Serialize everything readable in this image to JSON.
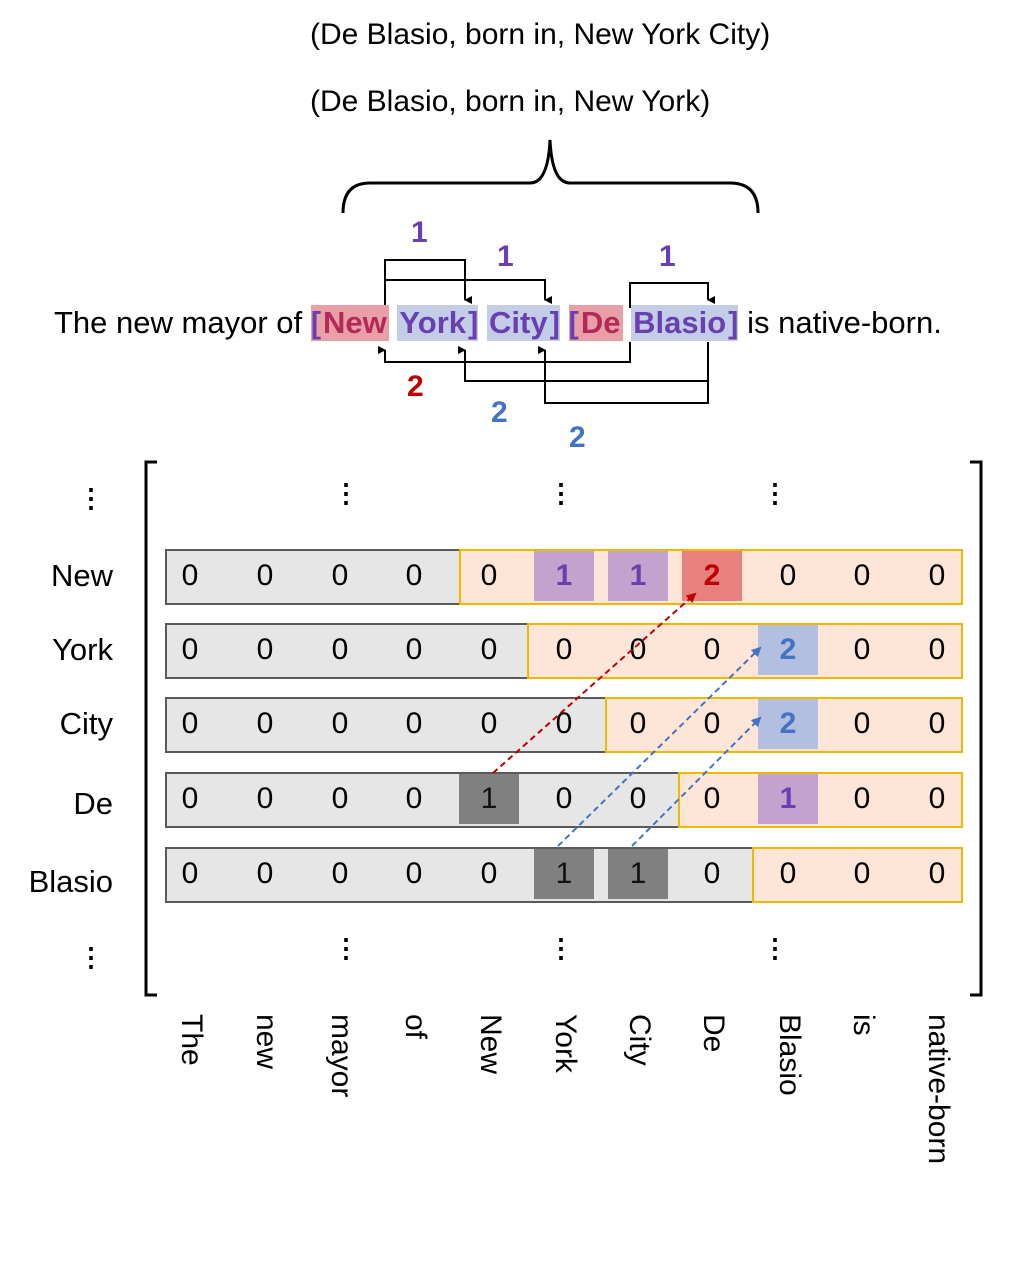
{
  "triples": [
    "(De Blasio, born in, New York City)",
    "(De Blasio, born in, New York)"
  ],
  "sentence": {
    "prefix": "The new mayor of ",
    "open1": "[",
    "new": "New",
    "york": "York",
    "close1": "]",
    "city": "City",
    "close2": "]",
    "open2": "[",
    "de": "De",
    "blasio": "Blasio",
    "close3": "]",
    "suffix": " is native-born."
  },
  "arc_labels": {
    "purple_1a": "1",
    "purple_1b": "1",
    "purple_1c": "1",
    "red_2": "2",
    "blue_2a": "2",
    "blue_2b": "2"
  },
  "row_labels": [
    "New",
    "York",
    "City",
    "De",
    "Blasio"
  ],
  "ellipsis": "⋮",
  "col_labels": [
    "The",
    "new",
    "mayor",
    "of",
    "New",
    "York",
    "City",
    "De",
    "Blasio",
    "is",
    "native-born"
  ],
  "matrix": [
    [
      "0",
      "0",
      "0",
      "0",
      "0",
      "1",
      "1",
      "2",
      "0",
      "0",
      "0"
    ],
    [
      "0",
      "0",
      "0",
      "0",
      "0",
      "0",
      "0",
      "0",
      "2",
      "0",
      "0"
    ],
    [
      "0",
      "0",
      "0",
      "0",
      "0",
      "0",
      "0",
      "0",
      "2",
      "0",
      "0"
    ],
    [
      "0",
      "0",
      "0",
      "0",
      "1",
      "0",
      "0",
      "0",
      "1",
      "0",
      "0"
    ],
    [
      "0",
      "0",
      "0",
      "0",
      "0",
      "1",
      "1",
      "0",
      "0",
      "0",
      "0"
    ]
  ],
  "colors": {
    "purple": "#6a3fb0",
    "red": "#c00000",
    "blue": "#4472c4",
    "peach": "#fde6d8",
    "gold": "#f0b800"
  }
}
